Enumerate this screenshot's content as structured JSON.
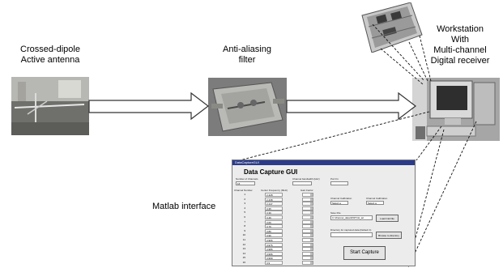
{
  "labels": {
    "antenna": [
      "Crossed-dipole",
      "Active antenna"
    ],
    "filter": [
      "Anti-aliasing",
      "filter"
    ],
    "workstation": [
      "Workstation",
      "With",
      "Multi-channel",
      "Digital receiver"
    ],
    "matlab": "Matlab interface"
  },
  "gui": {
    "window_title": "DataCaptureGUI",
    "title": "Data Capture GUI",
    "num_channels_label": "Number of Channels",
    "num_channels_value": "16",
    "bandwidth_label": "Channel bandwidth (kHz)",
    "bandwidth_value": "",
    "port_label": "Port Fn",
    "port_value": "",
    "col_channel": "Channel Number",
    "col_freq": "Center Frequency (MHz)",
    "col_gain": "Gain Factor",
    "channel_numbers": [
      "1",
      "2",
      "3",
      "4",
      "5",
      "6",
      "7",
      "8",
      "9",
      "10",
      "11",
      "12",
      "13",
      "14",
      "15",
      "16"
    ],
    "frequencies": [
      "2.428",
      "2.438",
      "2.447",
      "3.35",
      "3.36",
      "3.46",
      "3.66",
      "3.76",
      "3.86",
      "3.96",
      "3.966",
      "3.976",
      "3.986",
      "3.996",
      "3.999",
      "3.9"
    ],
    "channel_cal_1": "Channel Calibration",
    "channel_cal_1_value": "Select a",
    "channel_cal_2": "Channel Calibration",
    "channel_cal_2_value": "Select a",
    "save_file_label": "Save File",
    "save_file_value": "C:\\channel_data\\1PATCH_tel",
    "load_file_button": "Load Cal File",
    "capture_dir_label": "Directory for captured data (Default 1)",
    "capture_dir_value": "",
    "browse_button": "Browse to directory",
    "start_button": "Start Capture"
  },
  "colors": {
    "arrow_fill": "#ffffff",
    "arrow_stroke": "#333333",
    "titlebar": "#2b3b8a"
  }
}
